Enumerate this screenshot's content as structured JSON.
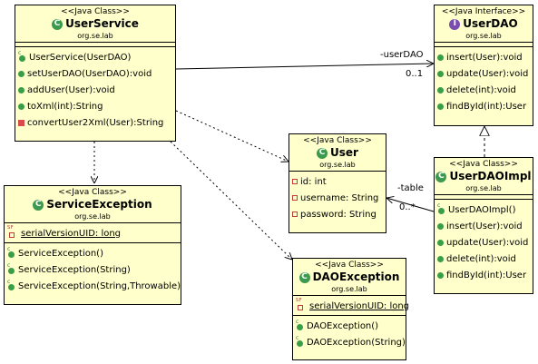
{
  "classes": {
    "userService": {
      "stereotype": "<<Java Class>>",
      "icon": "C",
      "name": "UserService",
      "package": "org.se.lab",
      "methods": [
        "UserService(UserDAO)",
        "setUserDAO(UserDAO):void",
        "addUser(User):void",
        "toXml(int):String",
        "convertUser2Xml(User):String"
      ]
    },
    "userDAO": {
      "stereotype": "<<Java Interface>>",
      "icon": "I",
      "name": "UserDAO",
      "package": "org.se.lab",
      "methods": [
        "insert(User):void",
        "update(User):void",
        "delete(int):void",
        "findById(int):User"
      ]
    },
    "user": {
      "stereotype": "<<Java Class>>",
      "icon": "C",
      "name": "User",
      "package": "org.se.lab",
      "fields": [
        "id: int",
        "username: String",
        "password: String"
      ]
    },
    "userDAOImpl": {
      "stereotype": "<<Java Class>>",
      "icon": "C",
      "name": "UserDAOImpl",
      "package": "org.se.lab",
      "methods": [
        "UserDAOImpl()",
        "insert(User):void",
        "update(User):void",
        "delete(int):void",
        "findById(int):User"
      ]
    },
    "serviceException": {
      "stereotype": "<<Java Class>>",
      "icon": "C",
      "name": "ServiceException",
      "package": "org.se.lab",
      "fields": [
        "serialVersionUID: long"
      ],
      "methods": [
        "ServiceException()",
        "ServiceException(String)",
        "ServiceException(String,Throwable)"
      ]
    },
    "daoException": {
      "stereotype": "<<Java Class>>",
      "icon": "C",
      "name": "DAOException",
      "package": "org.se.lab",
      "fields": [
        "serialVersionUID: long"
      ],
      "methods": [
        "DAOException()",
        "DAOException(String)"
      ]
    }
  },
  "connectors": {
    "userDaoRole": "-userDAO",
    "userDaoMult": "0..1",
    "tableRole": "-table",
    "tableMult": "0..*"
  },
  "colors": {
    "classFill": "#ffffcc",
    "border": "#000000",
    "classIcon": "#3c9a4e",
    "interfaceIcon": "#7a4db0"
  }
}
